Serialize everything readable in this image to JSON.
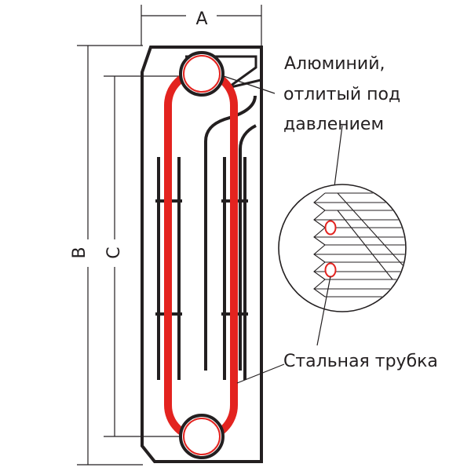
{
  "dimensions": {
    "width_label": "A",
    "height_label": "B",
    "center_distance_label": "C"
  },
  "callouts": {
    "aluminum_line1": "Алюминий,",
    "aluminum_line2": "отлитый под",
    "aluminum_line3": "давлением",
    "steel_tube": "Стальная трубка"
  },
  "colors": {
    "outline": "#231f20",
    "steel_tube": "#e3231f",
    "dimension_lines": "#231f20"
  }
}
